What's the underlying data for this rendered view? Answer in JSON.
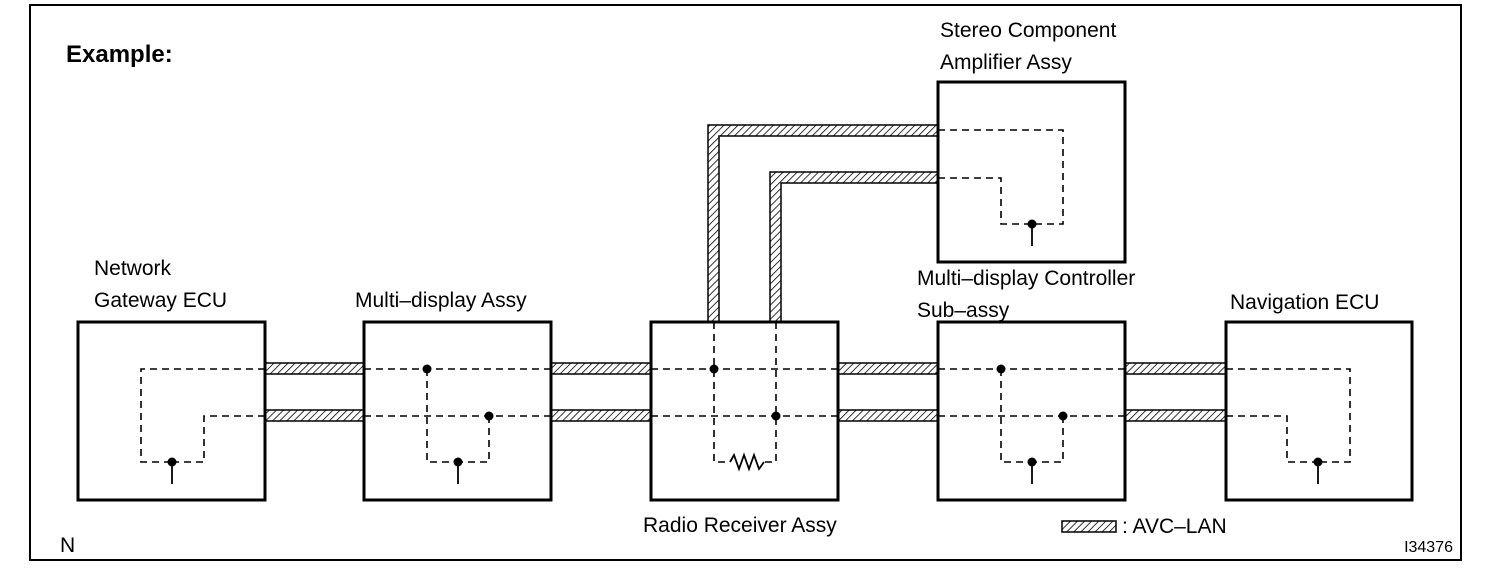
{
  "title": "Example:",
  "corner_label": "N",
  "figure_id": "I34376",
  "legend": {
    "label": ": AVC–LAN"
  },
  "units": {
    "network_gateway": {
      "line1": "Network",
      "line2": "Gateway ECU"
    },
    "multi_display": {
      "line1": "Multi–display Assy"
    },
    "radio_receiver": {
      "line1": "Radio Receiver Assy"
    },
    "stereo_amp": {
      "line1": "Stereo Component",
      "line2": "Amplifier Assy"
    },
    "multi_display_controller": {
      "line1": "Multi–display Controller",
      "line2": "Sub–assy"
    },
    "navigation": {
      "line1": "Navigation ECU"
    }
  },
  "colors": {
    "line": "#000000",
    "background": "#ffffff"
  }
}
